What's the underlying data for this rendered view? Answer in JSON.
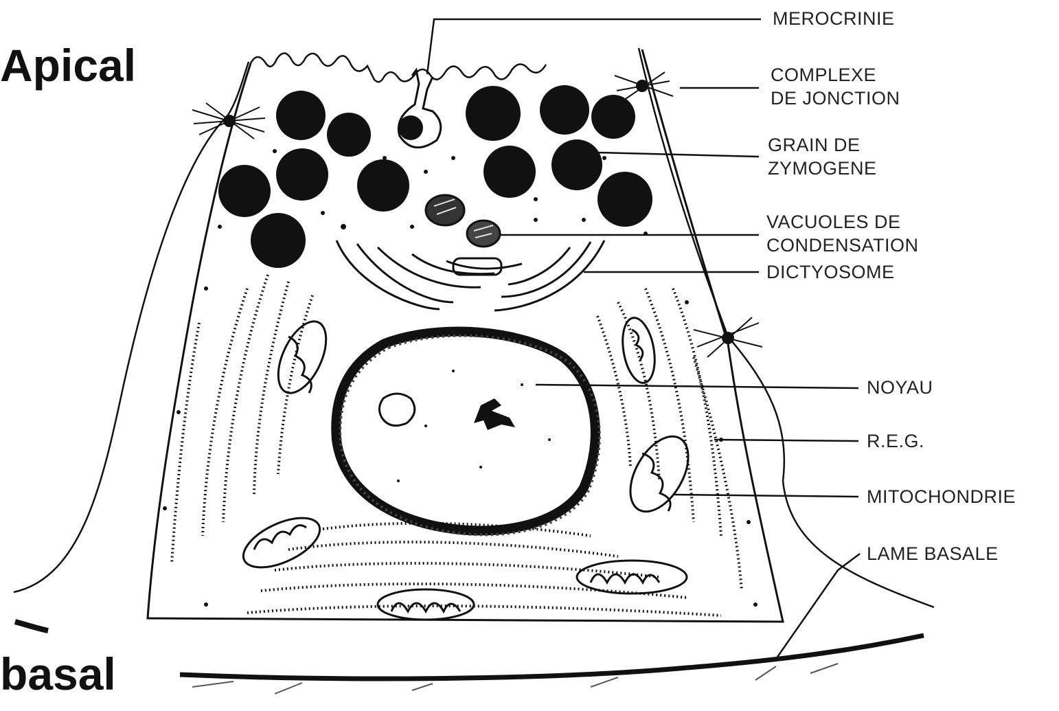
{
  "regions": {
    "apical": "Apical",
    "basal": "basal"
  },
  "labels": {
    "merocrinie": "MEROCRINIE",
    "complexe_1": "COMPLEXE",
    "complexe_2": "DE JONCTION",
    "grain_1": "GRAIN DE",
    "grain_2": "ZYMOGENE",
    "vacuoles_1": "VACUOLES DE",
    "vacuoles_2": "CONDENSATION",
    "dictyosome": "DICTYOSOME",
    "noyau": "NOYAU",
    "reg": "R.E.G.",
    "mitochondrie": "MITOCHONDRIE",
    "lame_basale": "LAME BASALE"
  },
  "colors": {
    "ink": "#111111",
    "paper": "#ffffff",
    "label": "#222222"
  }
}
